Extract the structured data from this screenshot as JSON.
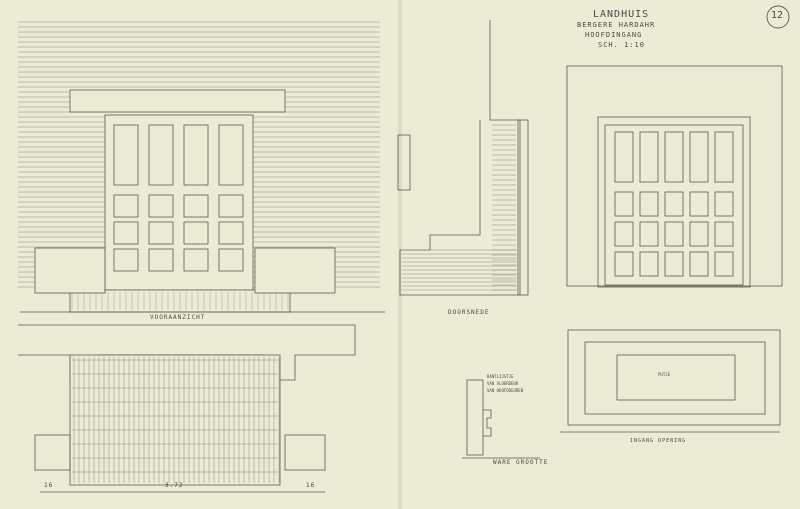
{
  "title_block": {
    "line1": "LANDHUIS",
    "line2": "BERGERE HARDAHR",
    "line3": "HOOFDINGANG",
    "scale": "SCH. 1:10"
  },
  "sheet_number": "12",
  "views": {
    "front_elevation": "VOORAANZICHT",
    "section": "DOORSNEDE",
    "plan_opening": "INGANG OPENING",
    "detail_title": "WARE GROOTTE",
    "detail_note_1": "KANTLIJSTJE",
    "detail_note_2": "VAN VLOERDEUR",
    "detail_note_3": "VAN HOOFDDEUREN",
    "pit_label": "PUTJE"
  },
  "dimensions": {
    "plan_total": "3.72",
    "plan_left": "16",
    "plan_right": "16"
  },
  "colors": {
    "paper": "#ecebd6",
    "ink": "#5a5a52",
    "ink_light": "#8c8c80"
  }
}
